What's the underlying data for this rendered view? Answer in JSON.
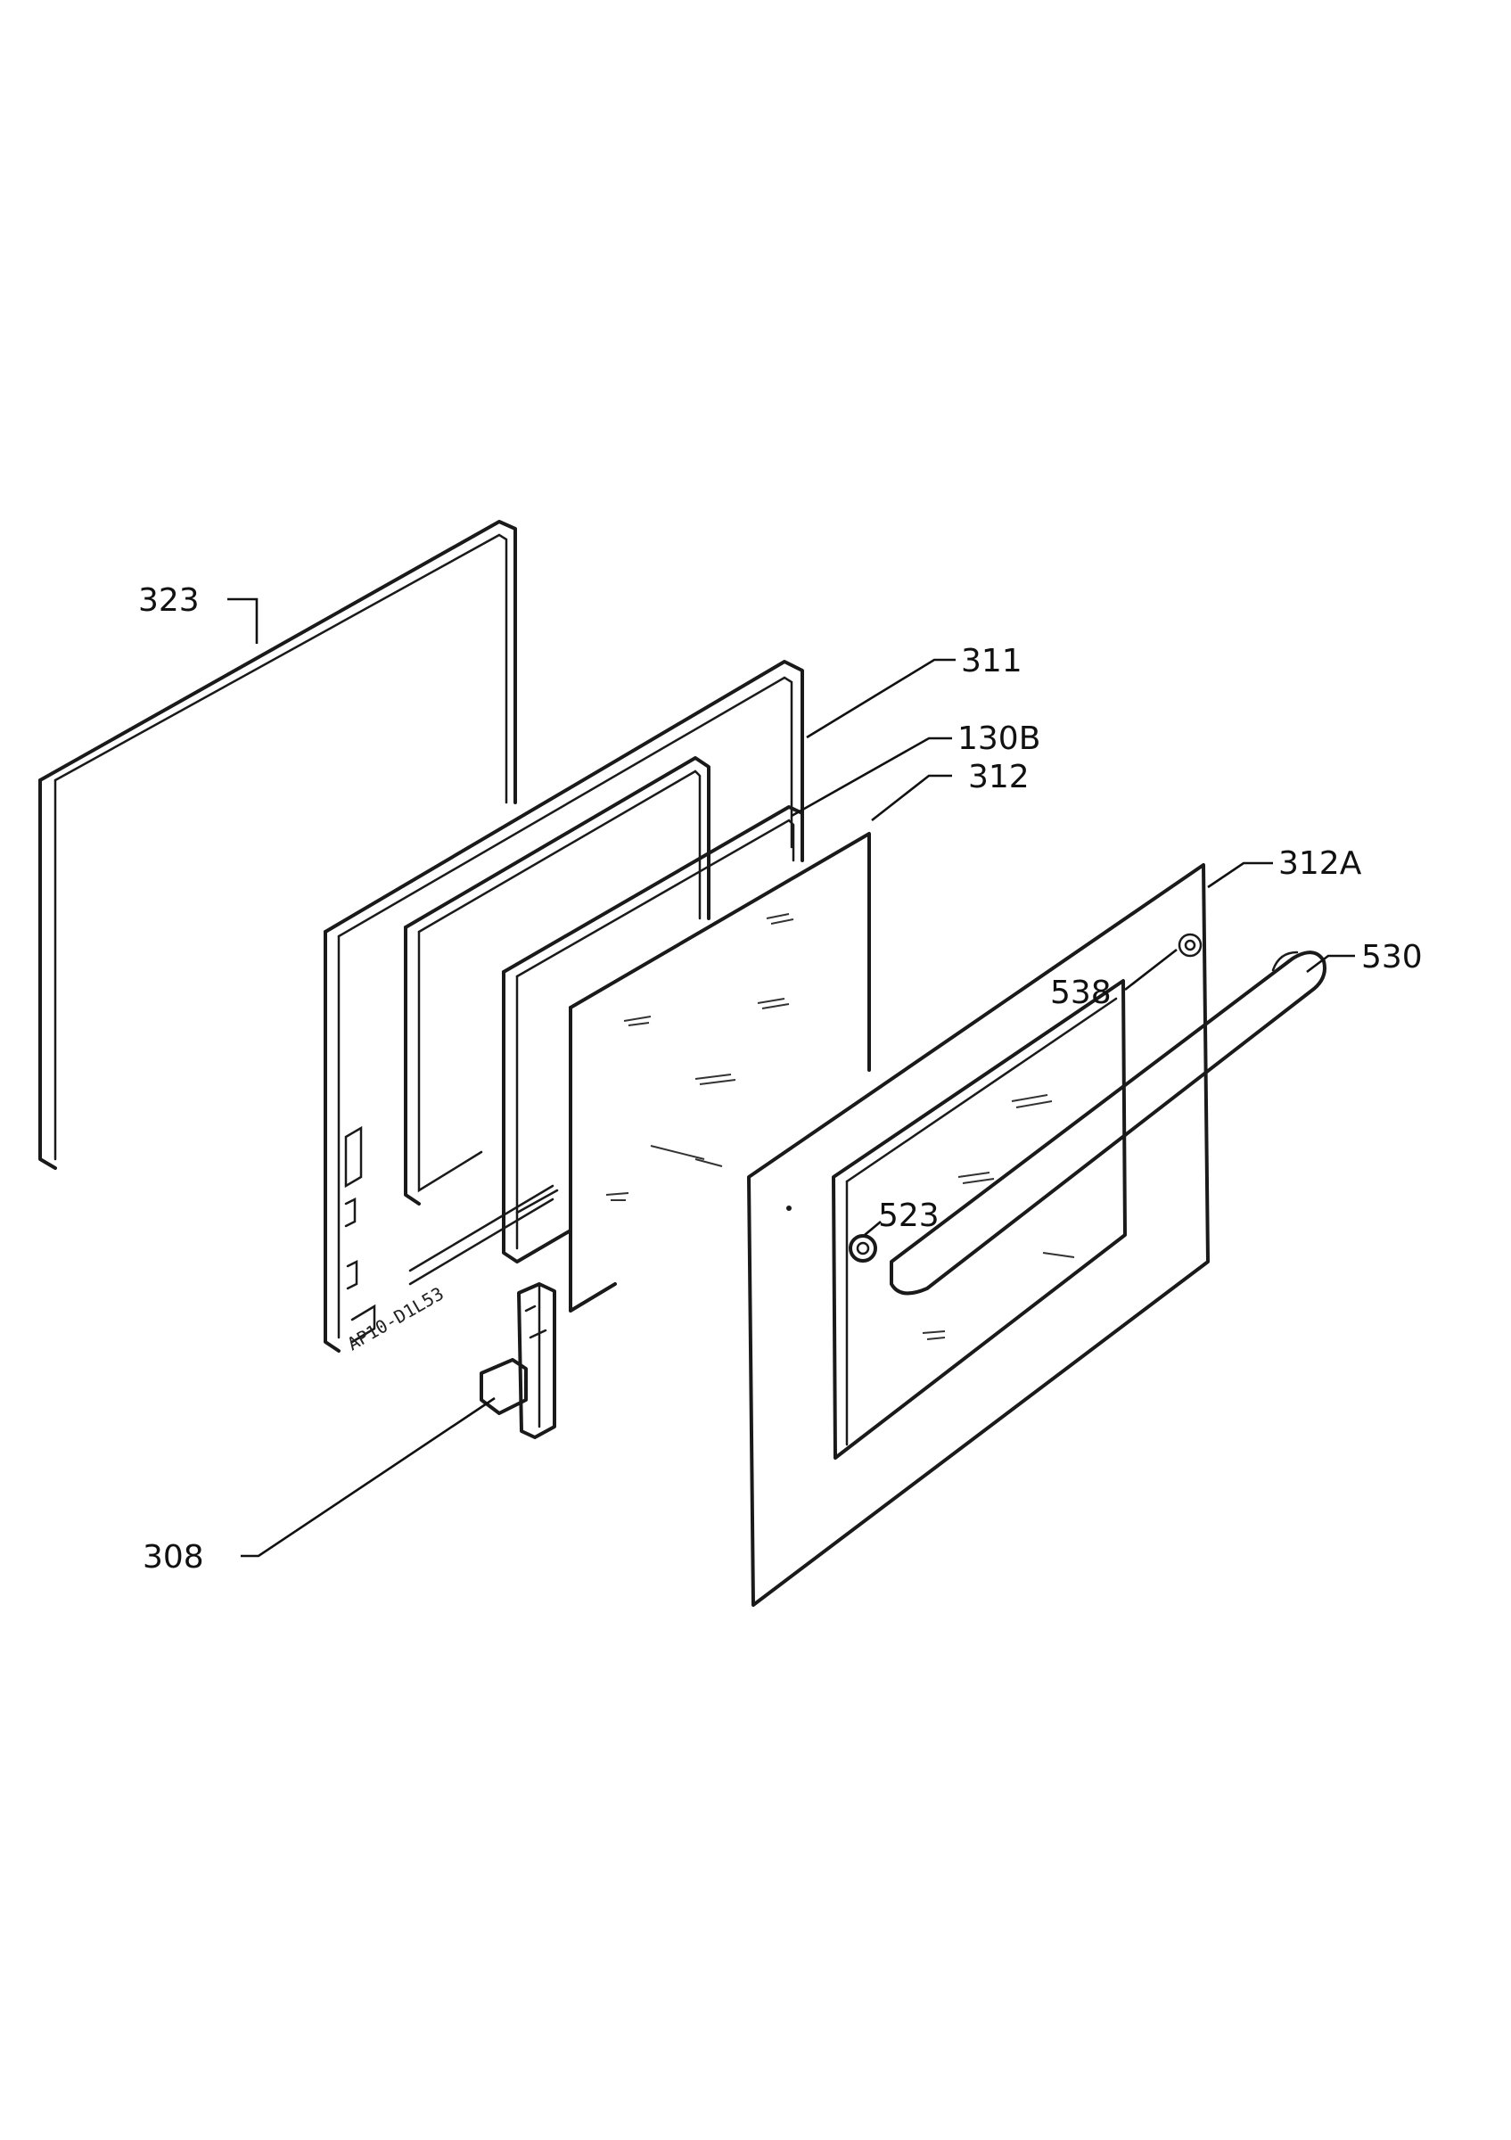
{
  "diagram": {
    "labels": {
      "p323": "323",
      "p311": "311",
      "p130B": "130B",
      "p312": "312",
      "p312A": "312A",
      "p538": "538",
      "p530": "530",
      "p523": "523",
      "p308": "308"
    },
    "stamp": "AP10-D1L53",
    "colors": {
      "line": "#1a1a1a",
      "background": "#ffffff"
    }
  }
}
